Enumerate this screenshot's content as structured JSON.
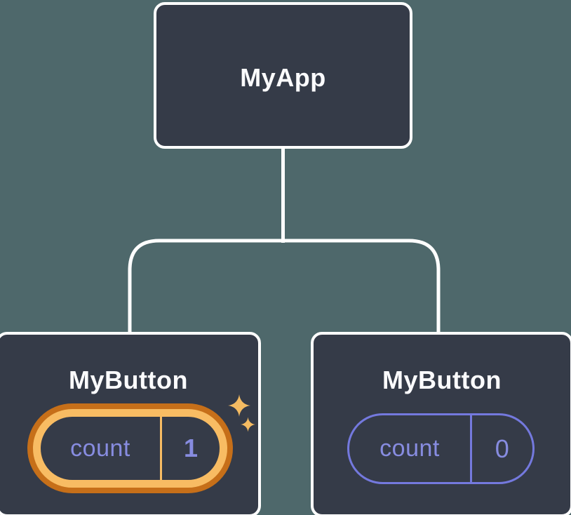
{
  "tree": {
    "root": {
      "label": "MyApp"
    },
    "children": [
      {
        "label": "MyButton",
        "state": {
          "name": "count",
          "value": "1"
        },
        "highlighted": true,
        "decoration": "sparkles-icon"
      },
      {
        "label": "MyButton",
        "state": {
          "name": "count",
          "value": "0"
        },
        "highlighted": false,
        "decoration": null
      }
    ]
  },
  "icons": {
    "sparkles": "four-point-star-sparkle"
  },
  "colors": {
    "background": "#4e686b",
    "node_fill": "#353b48",
    "node_border": "#ffffff",
    "heading_text": "#fbfbfd",
    "state_text": "#878ce0",
    "pill_border": "#7479de",
    "highlight_outer": "#c66f19",
    "highlight_inner": "#f8bc63",
    "sparkle": "#f4bb62"
  }
}
